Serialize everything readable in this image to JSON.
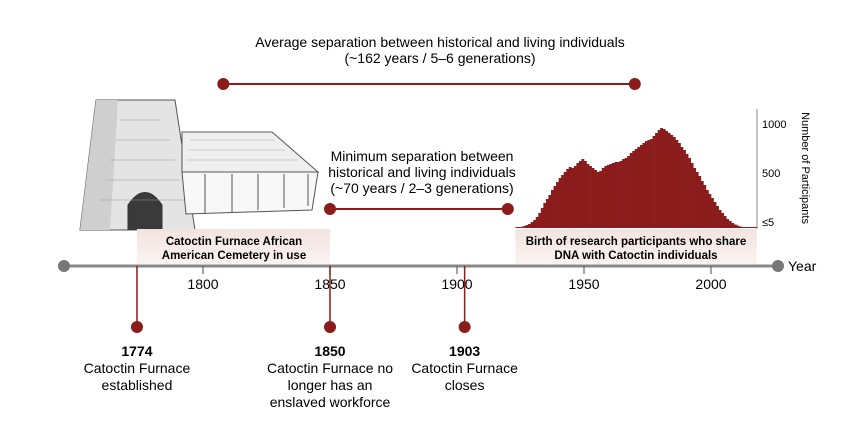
{
  "colors": {
    "accent": "#8b1c1c",
    "axis": "#888888",
    "text": "#111111"
  },
  "separations": {
    "average": {
      "line1": "Average separation between historical and living individuals",
      "line2": "(~162 years / 5–6 generations)",
      "from_year": 1808,
      "to_year": 1970
    },
    "minimum": {
      "line1": "Minimum separation between",
      "line2": "historical and living individuals",
      "line3": "(~70 years / 2–3 generations)",
      "from_year": 1850,
      "to_year": 1920
    }
  },
  "bands": {
    "cemetery": {
      "line1": "Catoctin Furnace African",
      "line2": "American Cemetery in use",
      "from_year": 1774,
      "to_year": 1850
    },
    "birth": {
      "line1": "Birth of research participants who share",
      "line2": "DNA with Catoctin individuals",
      "from_year": 1923,
      "to_year": 2018
    }
  },
  "axis": {
    "label": "Year",
    "ticks": [
      "1800",
      "1850",
      "1900",
      "1950",
      "2000"
    ]
  },
  "events": [
    {
      "year": "1774",
      "lines": [
        "Catoctin Furnace",
        "established"
      ]
    },
    {
      "year": "1850",
      "lines": [
        "Catoctin Furnace no",
        "longer has an",
        "enslaved workforce"
      ]
    },
    {
      "year": "1903",
      "lines": [
        "Catoctin Furnace",
        "closes"
      ]
    }
  ],
  "histogram": {
    "ylabel": "Number of Participants",
    "ticks": [
      "1000",
      "500",
      "≤5"
    ],
    "x_range": [
      1923,
      2018
    ],
    "values": [
      5,
      8,
      12,
      20,
      30,
      40,
      60,
      80,
      110,
      150,
      200,
      250,
      290,
      330,
      380,
      420,
      460,
      500,
      530,
      560,
      590,
      610,
      600,
      620,
      650,
      670,
      690,
      670,
      640,
      620,
      600,
      580,
      560,
      570,
      600,
      620,
      630,
      640,
      650,
      660,
      660,
      670,
      690,
      700,
      720,
      750,
      770,
      790,
      810,
      830,
      850,
      870,
      880,
      890,
      920,
      950,
      980,
      1000,
      990,
      970,
      950,
      930,
      910,
      880,
      850,
      810,
      780,
      740,
      700,
      650,
      600,
      560,
      520,
      470,
      430,
      380,
      340,
      300,
      260,
      220,
      180,
      150,
      120,
      90,
      70,
      50,
      35,
      25,
      15,
      8,
      5,
      5,
      5,
      5,
      5
    ]
  },
  "illustration": {
    "subject": "stone furnace stack with shed"
  }
}
